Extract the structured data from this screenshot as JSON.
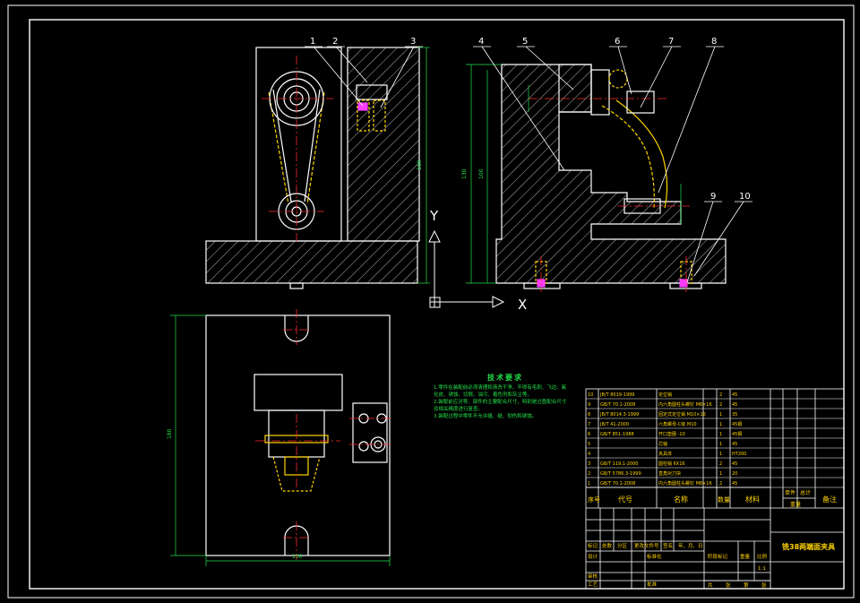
{
  "colors": {
    "background": "#000000",
    "outline": "#ffffff",
    "centerline": "#ff2b2b",
    "hidden": "#ffd400",
    "dimension": "#22e04a",
    "hatch": "#ffffff",
    "marker": "#ff3cff"
  },
  "balloons": [
    "1",
    "2",
    "3",
    "4",
    "5",
    "6",
    "7",
    "8",
    "9",
    "10"
  ],
  "axis": {
    "y_label": "Y",
    "x_label": "X"
  },
  "dimensions": {
    "front_height": "160",
    "side_height_outer": "130",
    "side_height_inner": "100",
    "top_width": "130",
    "top_height": "180"
  },
  "notes": {
    "title": "技术要求",
    "lines": [
      "1.零件在装配前必须清理和清洗干净，不得有毛刺、飞边、氧",
      "化皮、锈蚀、切屑、油污、着色剂和灰尘等。",
      "2.装配前应对零、部件的主要配合尺寸，特别是过盈配合尺寸",
      "及相关精度进行复查。",
      "3.装配过程中零件不允许磕、碰、划伤和锈蚀。"
    ]
  },
  "bom": {
    "rows": [
      {
        "no": "10",
        "code": "JB/T 8019-1999",
        "name": "定位销",
        "qty": "2",
        "material": "45",
        "unit": "",
        "total": "",
        "remark": ""
      },
      {
        "no": "9",
        "code": "GB/T 70.1-2008",
        "name": "内六角圆柱头螺钉 M8×16",
        "qty": "2",
        "material": "45",
        "unit": "",
        "total": "",
        "remark": ""
      },
      {
        "no": "8",
        "code": "JB/T 8014.3-1999",
        "name": "固定式定位销 M10×16",
        "qty": "1",
        "material": "35",
        "unit": "",
        "total": "",
        "remark": ""
      },
      {
        "no": "7",
        "code": "JB/T 41-2000",
        "name": "六角螺母-C级 M10",
        "qty": "1",
        "material": "45钢",
        "unit": "",
        "total": "",
        "remark": ""
      },
      {
        "no": "6",
        "code": "GB/T 851-1988",
        "name": "开口垫圈 -10",
        "qty": "1",
        "material": "45钢",
        "unit": "",
        "total": "",
        "remark": ""
      },
      {
        "no": "5",
        "code": "",
        "name": "芯轴",
        "qty": "1",
        "material": "45",
        "unit": "",
        "total": "",
        "remark": ""
      },
      {
        "no": "4",
        "code": "",
        "name": "夹具体",
        "qty": "1",
        "material": "HT200",
        "unit": "",
        "total": "",
        "remark": ""
      },
      {
        "no": "3",
        "code": "GB/T 119.1-2000",
        "name": "圆柱销 6X16",
        "qty": "2",
        "material": "45",
        "unit": "",
        "total": "",
        "remark": ""
      },
      {
        "no": "2",
        "code": "GB/T 5786.3-1999",
        "name": "直角对刀块",
        "qty": "1",
        "material": "20",
        "unit": "",
        "total": "",
        "remark": ""
      },
      {
        "no": "1",
        "code": "GB/T 70.1-2008",
        "name": "内六角圆柱头螺钉 M8×16",
        "qty": "2",
        "material": "45",
        "unit": "",
        "total": "",
        "remark": ""
      }
    ],
    "header": {
      "no": "序号",
      "code": "代号",
      "name": "名称",
      "qty": "数量",
      "material": "材料",
      "unit": "单件",
      "total": "总计",
      "weight": "重量",
      "remark": "备注"
    }
  },
  "title_block": {
    "drawing_title": "铣38两端面夹具",
    "revision_row": [
      "标记",
      "处数",
      "分区",
      "更改文件号",
      "签名",
      "年、月、日"
    ],
    "design": "设计",
    "standardize": "标准化",
    "check": "审核",
    "process": "工艺",
    "approve": "批准",
    "stage_mark": "阶段标记",
    "weight_label": "重量",
    "scale_label": "比例",
    "scale_value": "1:1",
    "sheets": [
      "共",
      "张",
      "第",
      "张"
    ]
  }
}
